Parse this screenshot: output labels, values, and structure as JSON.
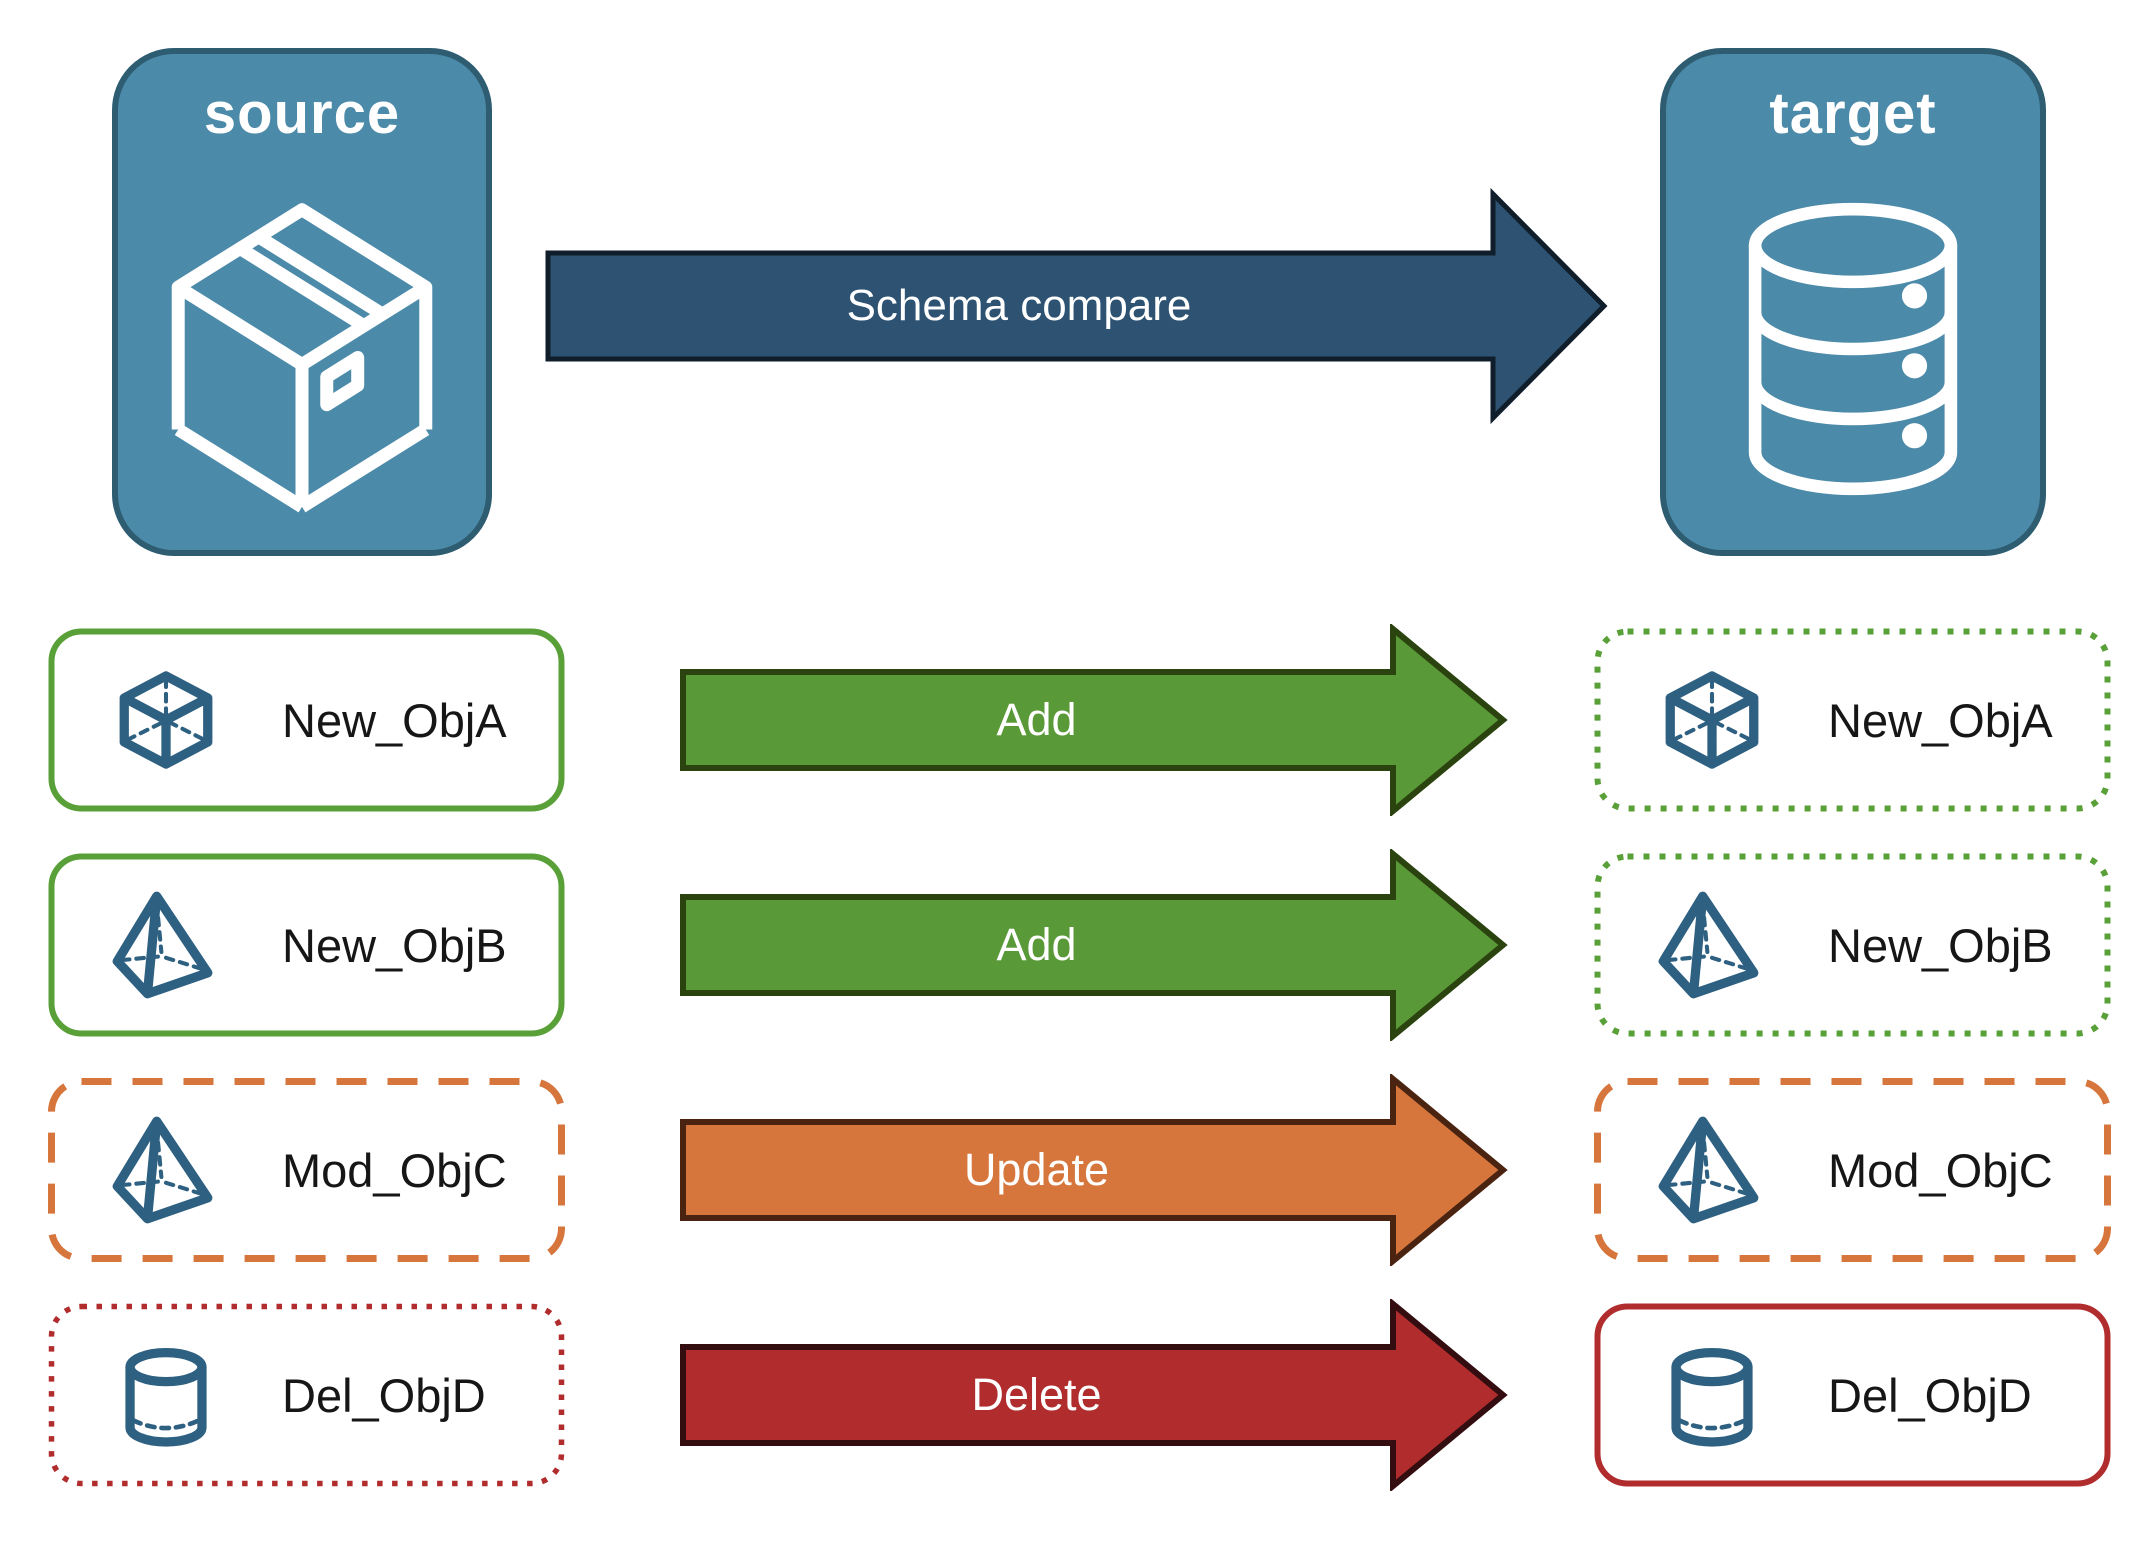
{
  "source": {
    "label": "source",
    "icon": "package-box-icon"
  },
  "target": {
    "label": "target",
    "icon": "database-icon"
  },
  "compare_arrow": {
    "label": "Schema compare"
  },
  "rows": [
    {
      "object": "New_ObjA",
      "action": "Add",
      "icon": "cube-icon",
      "source_border": "solid-green",
      "target_border": "dotted-green"
    },
    {
      "object": "New_ObjB",
      "action": "Add",
      "icon": "pyramid-icon",
      "source_border": "solid-green",
      "target_border": "dotted-green"
    },
    {
      "object": "Mod_ObjC",
      "action": "Update",
      "icon": "pyramid-icon",
      "source_border": "dashed-orange",
      "target_border": "dashed-orange"
    },
    {
      "object": "Del_ObjD",
      "action": "Delete",
      "icon": "cylinder-icon",
      "source_border": "dotted-red",
      "target_border": "solid-red"
    }
  ],
  "colors": {
    "node-blue": "#4C8AA9",
    "node-blue-border": "#2E5D72",
    "navy": "#2D5272",
    "navy-dark": "#101D2B",
    "green": "#58A037",
    "green-fill": "#599937",
    "green-dark": "#2A430F",
    "orange": "#D6763C",
    "orange-dark": "#4A2410",
    "red": "#B02C2D",
    "red-dark": "#330D10",
    "icon-blue": "#2E6081",
    "text": "#161616"
  }
}
